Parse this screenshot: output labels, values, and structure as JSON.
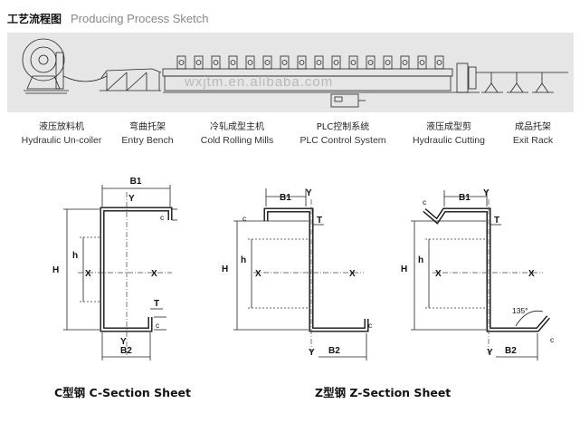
{
  "header": {
    "title_zh": "工艺流程图",
    "title_en": "Producing Process Sketch"
  },
  "process": {
    "watermark": "wxjtm.en.alibaba.com",
    "stations": [
      {
        "zh": "液压放料机",
        "en": "Hydraulic Un-coiler"
      },
      {
        "zh": "弯曲托架",
        "en": "Entry Bench"
      },
      {
        "zh": "冷轧成型主机",
        "en": "Cold Rolling Mills"
      },
      {
        "zh": "PLC控制系统",
        "en": "PLC Control System"
      },
      {
        "zh": "液压成型剪",
        "en": "Hydraulic Cutting"
      },
      {
        "zh": "成品托架",
        "en": "Exit Rack"
      }
    ]
  },
  "dimensions": {
    "B1": "B1",
    "B2": "B2",
    "H": "H",
    "h": "h",
    "X": "X",
    "Y": "Y",
    "T": "T",
    "c": "c",
    "angle": "135°"
  },
  "captions": {
    "c_section": "C型钢  C-Section Sheet",
    "z_section": "Z型钢  Z-Section Sheet"
  },
  "colors": {
    "band": "#e6e6e6",
    "line": "#222222"
  }
}
